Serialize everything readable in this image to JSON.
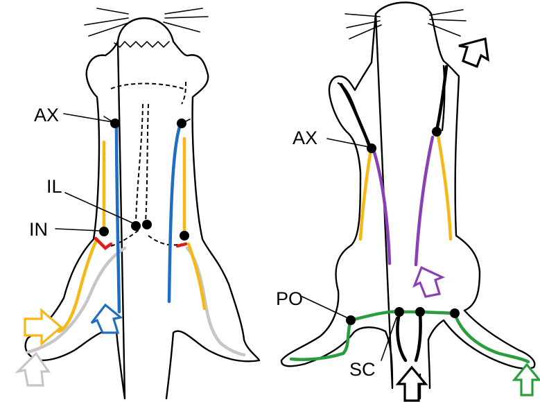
{
  "labels": {
    "ventral_ax": "AX",
    "ventral_il": "IL",
    "ventral_in": "IN",
    "dorsal_ax": "AX",
    "dorsal_po": "PO",
    "dorsal_sc": "SC"
  },
  "colors": {
    "yellow": "#f6b817",
    "blue": "#1f6ec2",
    "grey": "#c6c6c6",
    "red": "#e41b1b",
    "purple": "#8a3fb5",
    "green": "#2a9d3c",
    "black": "#000000"
  }
}
